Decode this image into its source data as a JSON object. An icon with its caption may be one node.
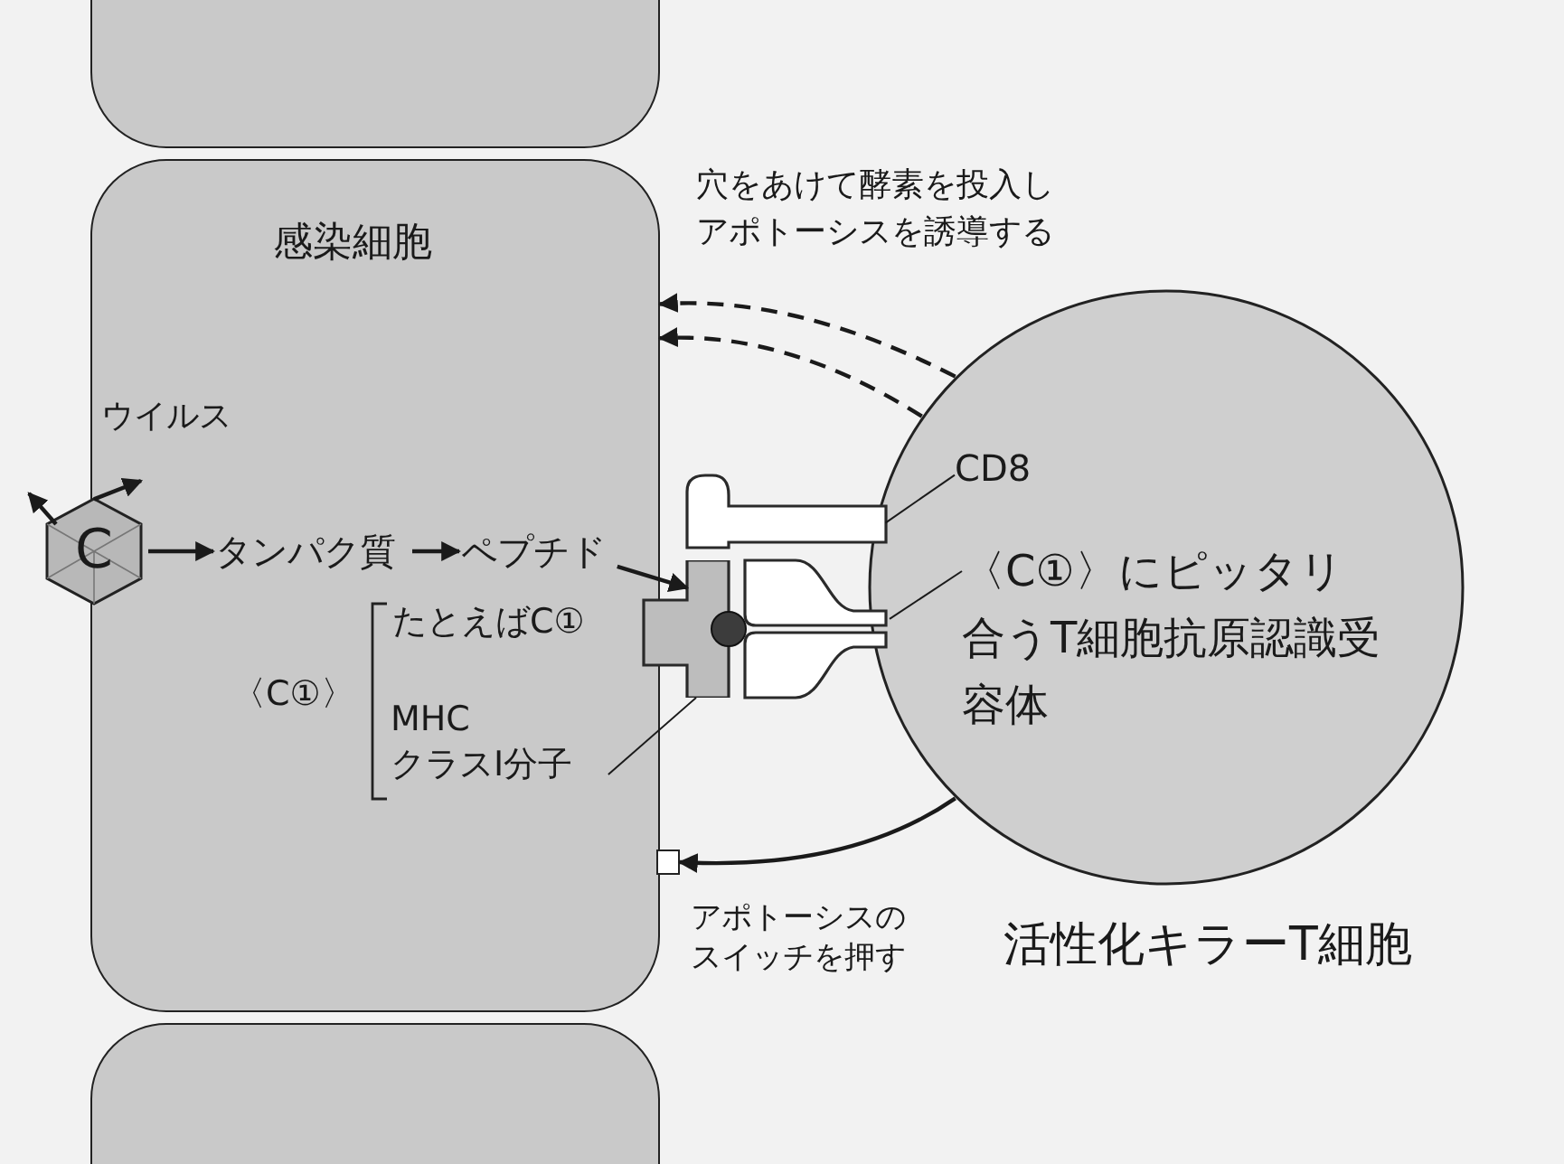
{
  "diagram": {
    "nodes": [
      {
        "text": [],
        "shape": "box"
      },
      {
        "text": [
          "感染細胞"
        ]
      },
      {
        "text": [],
        "shape": "box"
      },
      {
        "text": [
          "C"
        ],
        "beside": [
          "ウイルス"
        ]
      },
      {
        "text": [
          "タンパク質"
        ],
        "in": 1
      },
      {
        "text": [
          "ペプチド"
        ],
        "in": 1
      },
      {
        "text": [],
        "shape": "picture"
      },
      {
        "text": [],
        "shape": "circle"
      },
      {
        "text": [],
        "shape": "picture"
      },
      {
        "text": [],
        "shape": "picture"
      },
      {
        "text": [
          "CD8"
        ],
        "in": 13
      },
      {
        "text": [
          "〈C①〉にピッタリ合うT細胞抗原認識受容体"
        ],
        "in": 13
      },
      {
        "text": [
          "MHC クラスI分子"
        ],
        "in": 1
      },
      {
        "text": [
          "活性化キラーT細胞"
        ]
      },
      {
        "text": [],
        "shape": "box"
      }
    ],
    "edges": [
      {
        "from": 3,
        "to": 4,
        "arrow": "to"
      },
      {
        "from": 4,
        "to": 5,
        "arrow": "to"
      },
      {
        "from": 5,
        "to": 6,
        "arrow": "to"
      },
      {
        "from": 12,
        "to": 6,
        "arrow": "none"
      },
      {
        "from": 10,
        "to": 9,
        "arrow": "none"
      },
      {
        "from": 11,
        "to": 8,
        "arrow": "none"
      },
      {
        "from": 13,
        "to": 1,
        "arrow": "to",
        "style": "dashed"
      },
      {
        "from": 13,
        "to": 1,
        "arrow": "to",
        "style": "dashed"
      },
      {
        "from": 13,
        "to": 14,
        "arrow": "to",
        "label": "アポトーシスのスイッチを押す"
      },
      {
        "from": 3,
        "to": null,
        "arrow": "to"
      },
      {
        "from": 3,
        "to": null,
        "arrow": "to"
      }
    ],
    "labels": [
      "穴をあけて酵素を投入しアポトーシスを誘導する",
      "たとえばC①",
      "〈C①〉"
    ]
  }
}
